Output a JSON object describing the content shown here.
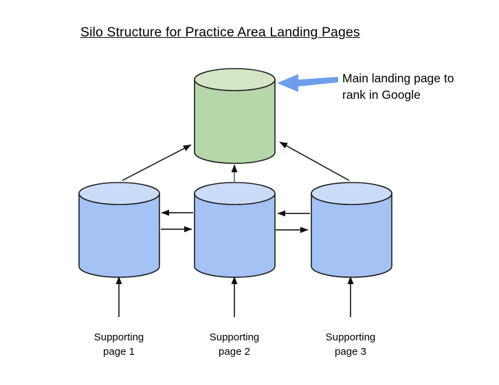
{
  "title": "Silo Structure for Practice Area Landing Pages",
  "callout": {
    "text": "Main landing page to\nrank in Google"
  },
  "supporting_labels": [
    {
      "text": "Supporting\npage 1"
    },
    {
      "text": "Supporting\npage 2"
    },
    {
      "text": "Supporting\npage 3"
    }
  ],
  "colors": {
    "main_cylinder_body": "#b6d7a8",
    "main_cylinder_top": "#d5e6c6",
    "supporting_cylinder_body": "#a4c2f4",
    "supporting_cylinder_top": "#cbdcf8",
    "callout_arrow": "#6d9eeb"
  }
}
